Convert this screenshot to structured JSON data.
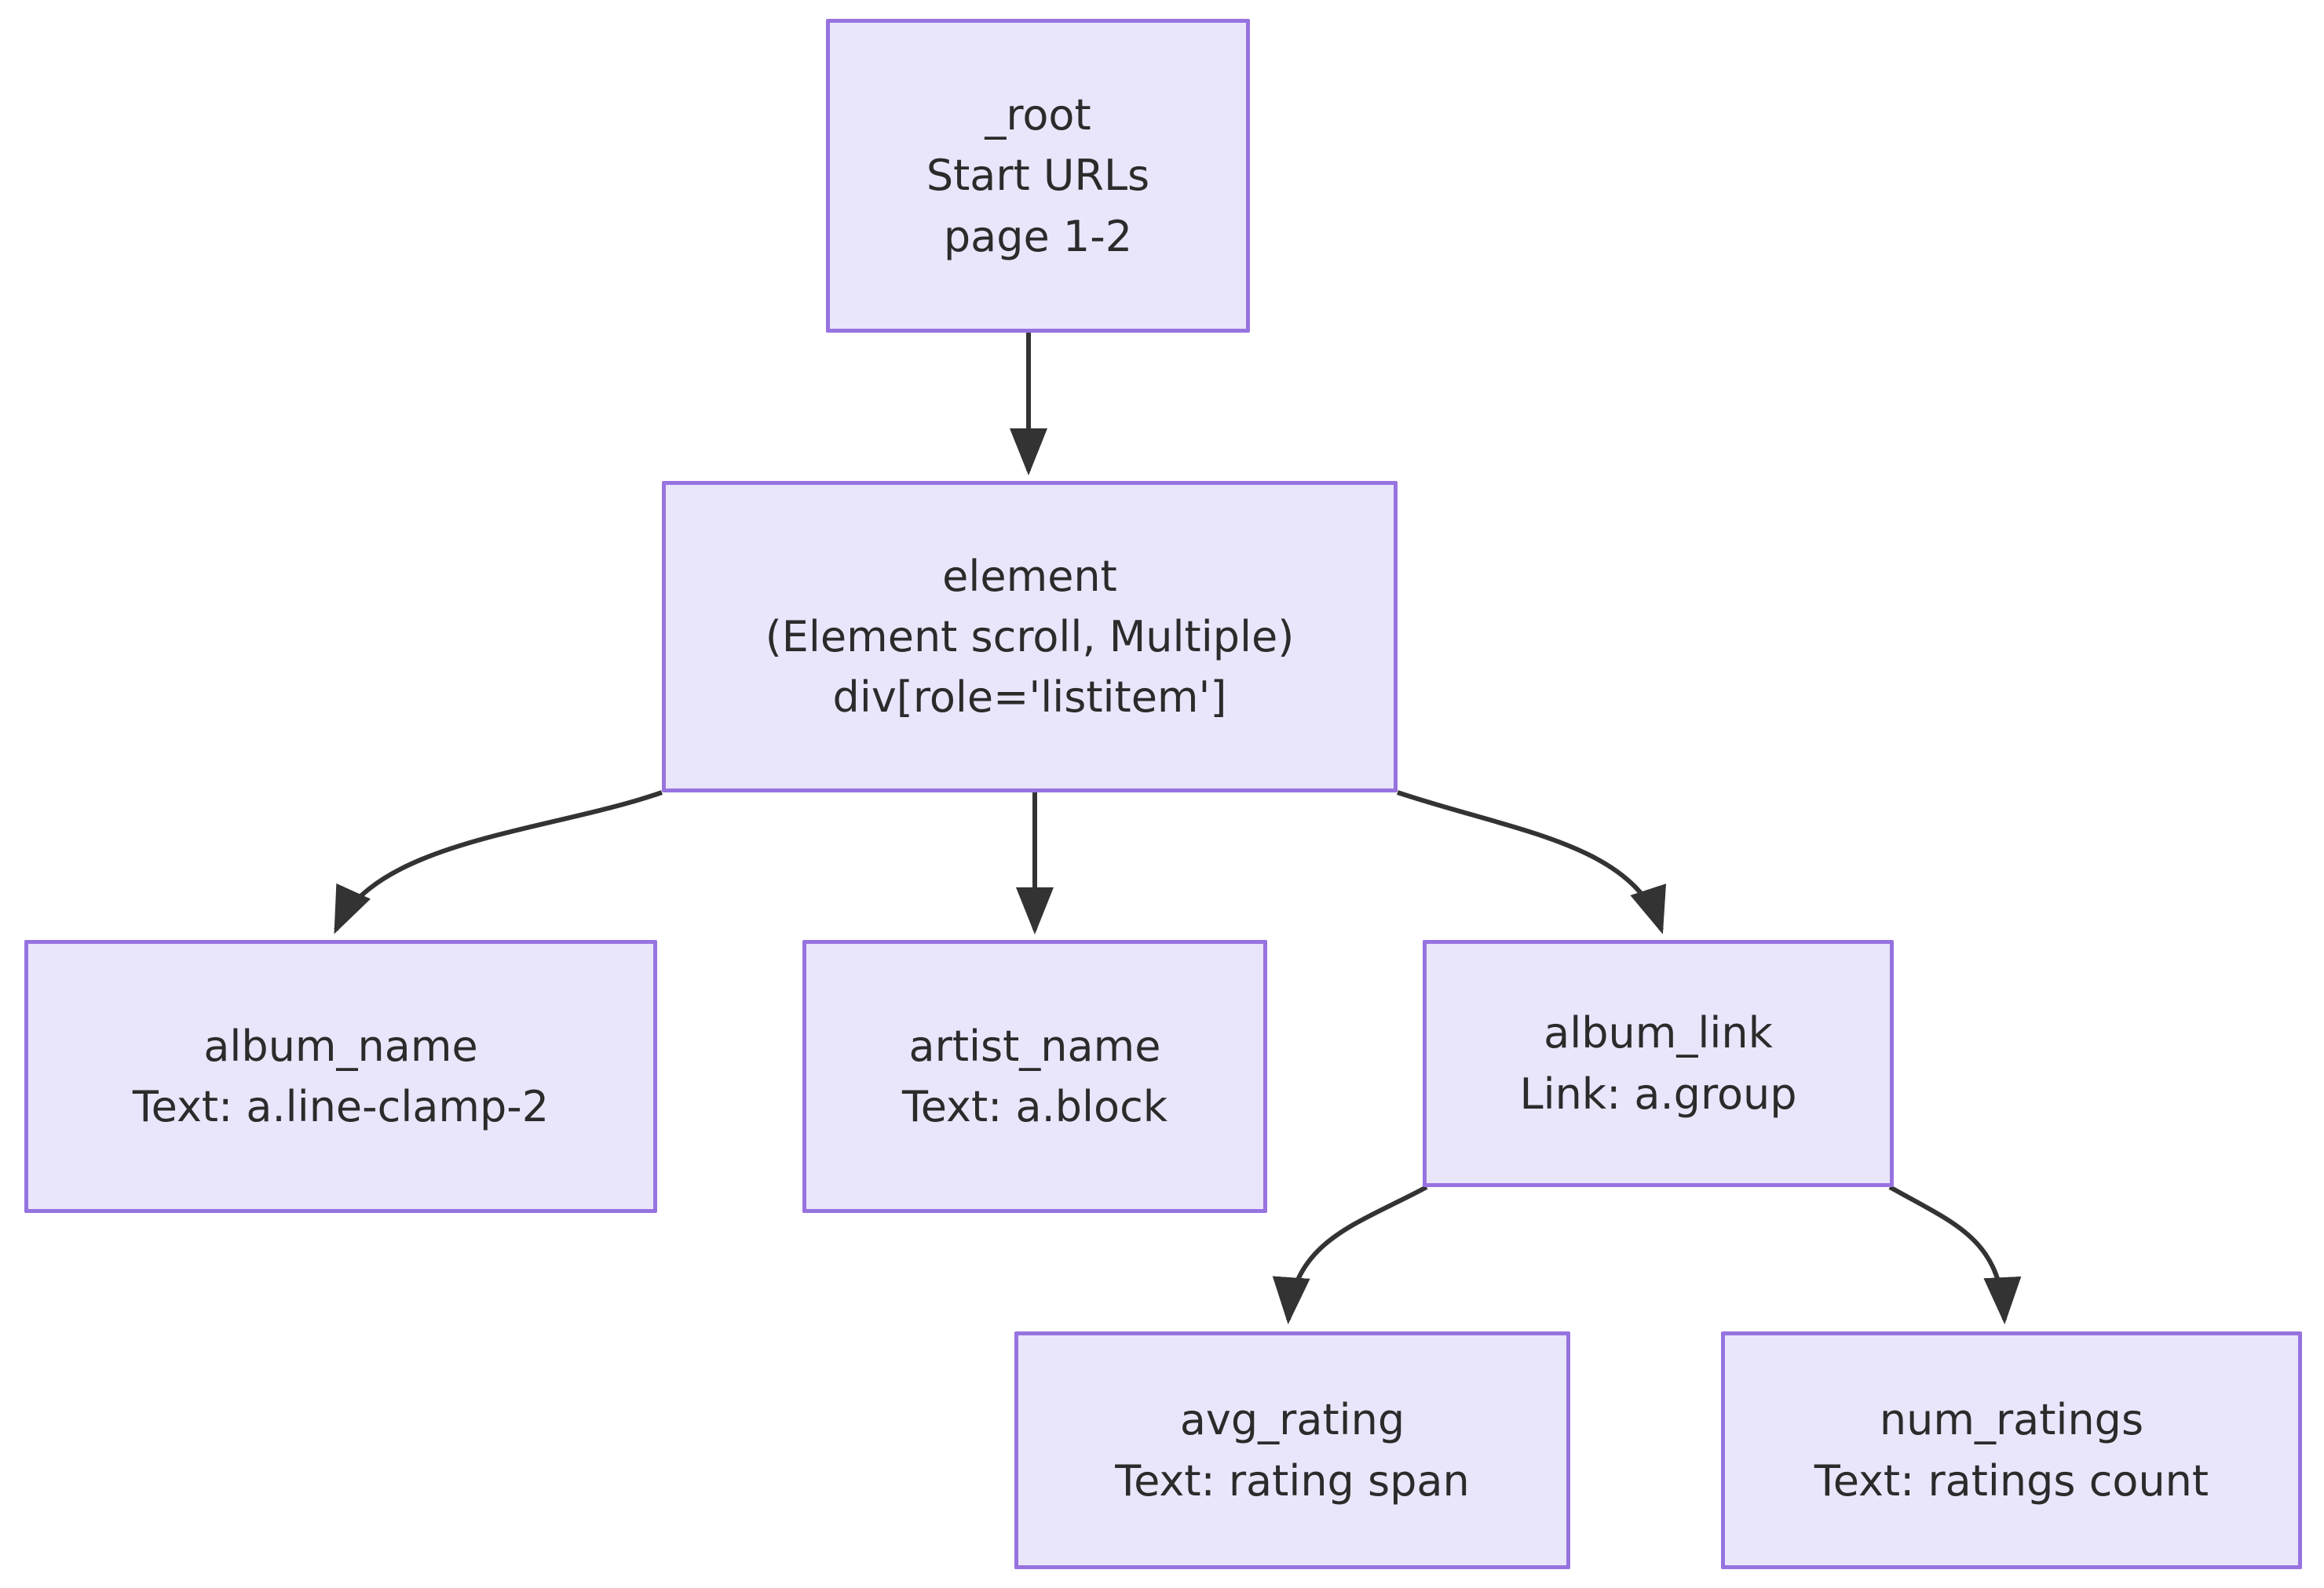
{
  "diagram": {
    "type": "flowchart-tree",
    "direction": "top-down",
    "background_color": "#ffffff",
    "node_fill_color": "#e9e5fa",
    "node_border_color": "#9773e0",
    "node_text_color": "#2b2b2b",
    "edge_color": "#333333",
    "nodes": [
      {
        "id": "_root",
        "title": "_root",
        "subtitle": "Start URLs",
        "detail": "page 1-2"
      },
      {
        "id": "element",
        "title": "element",
        "subtitle": "(Element scroll, Multiple)",
        "detail": "div[role='listitem']"
      },
      {
        "id": "album_name",
        "title": "album_name",
        "subtitle": "Text: a.line-clamp-2"
      },
      {
        "id": "artist_name",
        "title": "artist_name",
        "subtitle": "Text: a.block"
      },
      {
        "id": "album_link",
        "title": "album_link",
        "subtitle": "Link: a.group"
      },
      {
        "id": "avg_rating",
        "title": "avg_rating",
        "subtitle": "Text: rating span"
      },
      {
        "id": "num_ratings",
        "title": "num_ratings",
        "subtitle": "Text: ratings count"
      }
    ],
    "edges": [
      {
        "from": "_root",
        "to": "element",
        "style": "arrow-straight"
      },
      {
        "from": "element",
        "to": "album_name",
        "style": "arrow-curved"
      },
      {
        "from": "element",
        "to": "artist_name",
        "style": "arrow-straight"
      },
      {
        "from": "element",
        "to": "album_link",
        "style": "arrow-curved"
      },
      {
        "from": "album_link",
        "to": "avg_rating",
        "style": "arrow-curved"
      },
      {
        "from": "album_link",
        "to": "num_ratings",
        "style": "arrow-curved"
      }
    ]
  }
}
